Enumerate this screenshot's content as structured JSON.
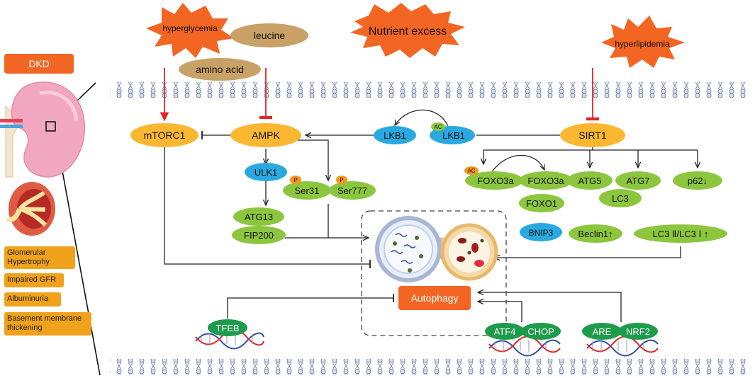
{
  "disease": "DKD",
  "outcomes": [
    "Glomerular Hypertrophy",
    "Impaired GFR",
    "Albuminuria",
    "Basement membrane thickening"
  ],
  "stimuli": {
    "hyperglycemia": "hyperglycemia",
    "leucine": "leucine",
    "amino_acid": "amino acid",
    "nutrient_excess": "Nutrient excess",
    "hyperlipidemia": "hyperlipidemia"
  },
  "nodes": {
    "mtorc1": "mTORC1",
    "ampk": "AMPK",
    "lkb1": "LKB1",
    "lkb1_ac": "LKB1",
    "sirt1": "SIRT1",
    "ulk1": "ULK1",
    "ser31": "Ser31",
    "ser777": "Ser777",
    "atg13": "ATG13",
    "fip200": "FIP200",
    "foxo3a_ac": "FOXO3a",
    "foxo3a": "FOXO3a",
    "atg5": "ATG5",
    "atg7": "ATG7",
    "p62": "p62↓",
    "lc3": "LC3",
    "foxo1": "FOXO1",
    "bnip3": "BNIP3",
    "beclin1": "Beclin1↑",
    "lc3_ratio": "LC3 Ⅱ/LC3 Ⅰ ↑",
    "autophagy": "Autophagy",
    "tfeb": "TFEB",
    "atf4": "ATF4",
    "chop": "CHOP",
    "are": "ARE",
    "nrf2": "NRF2"
  },
  "modifiers": {
    "acetyl": "AC",
    "phospho": "P"
  },
  "colors": {
    "stimulus_orange": "#f26522",
    "tan": "#c8a166",
    "node_yellow": "#fbb731",
    "node_blue": "#2aa9e0",
    "node_green": "#8cc63f",
    "tf_green": "#1e9b4b",
    "inhibit_red": "#e0242b",
    "outcome_box": "#f0a21d"
  }
}
